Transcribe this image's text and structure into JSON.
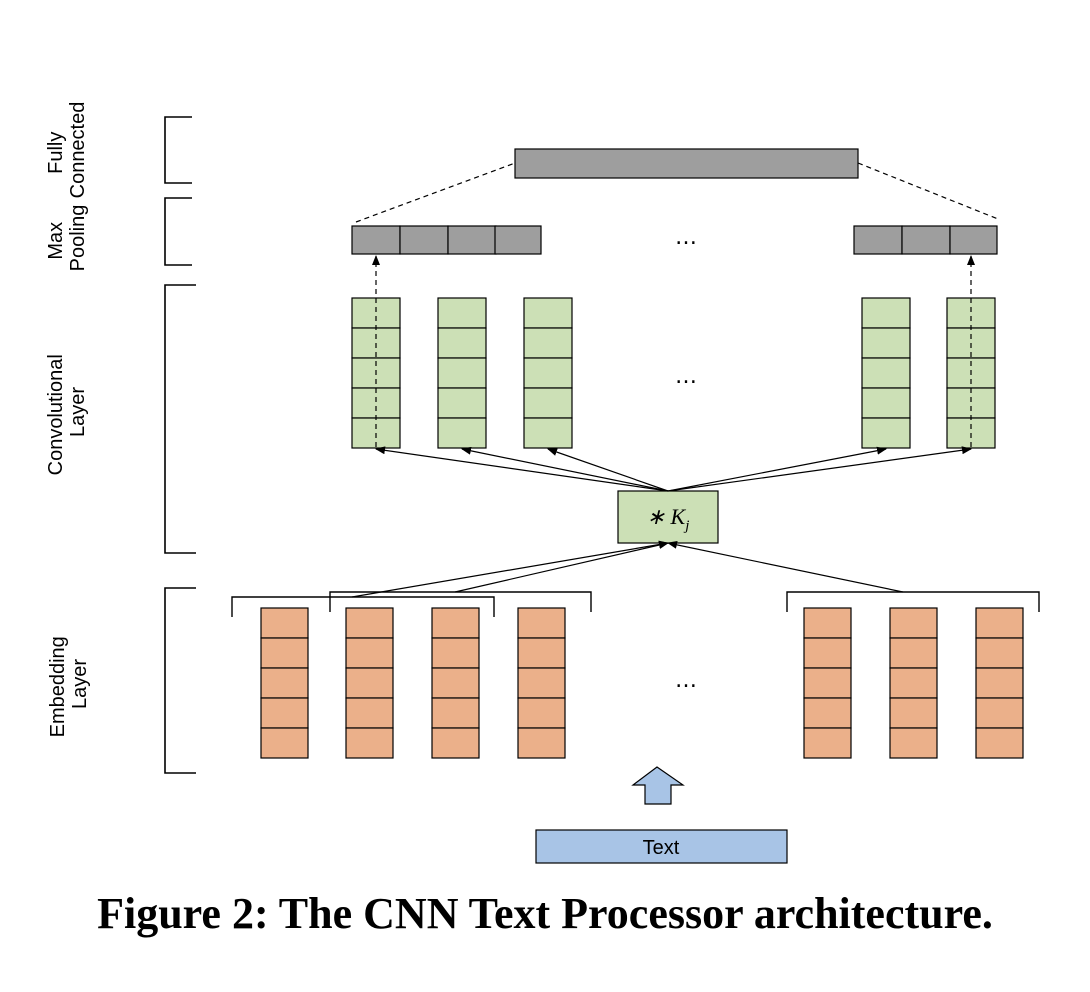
{
  "layers": {
    "fully_connected": [
      "Fully",
      "Connected"
    ],
    "max_pooling": [
      "Max",
      "Pooling"
    ],
    "convolutional": [
      "Convolutional",
      "Layer"
    ],
    "embedding": [
      "Embedding",
      "Layer"
    ]
  },
  "kernel_label": "∗ K",
  "kernel_subscript": "j",
  "ellipsis": "…",
  "input_label": "Text",
  "caption": "Figure 2: The CNN Text Processor architecture.",
  "colors": {
    "embedding": "#EBB08A",
    "convolution": "#CCE0B6",
    "pooling": "#9E9E9E",
    "input": "#A8C4E6",
    "arrow_fill": "#A8C4E6"
  }
}
